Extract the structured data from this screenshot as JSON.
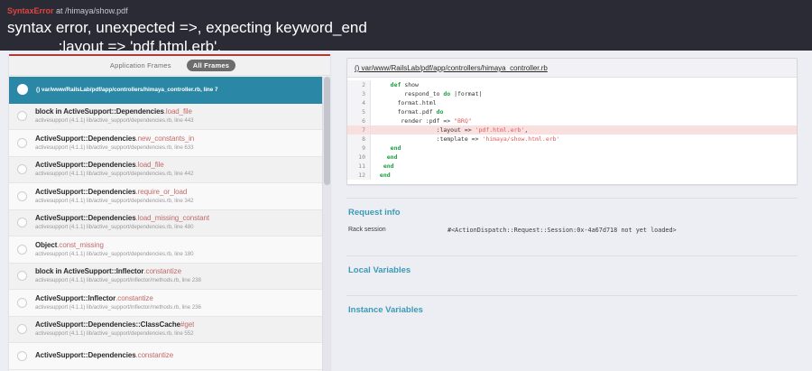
{
  "header": {
    "error_type": "SyntaxError",
    "at_label": " at ",
    "request_path": "/himaya/show.pdf",
    "message": "syntax error, unexpected =>, expecting keyword_end\n            :layout => 'pdf.html.erb',"
  },
  "frames": {
    "tabs": [
      {
        "label": "Application Frames",
        "active": false
      },
      {
        "label": "All Frames",
        "active": true
      }
    ],
    "rows": [
      {
        "method": "",
        "method_suffix": "",
        "location": "() var/www/RailsLab/pdf/app/controllers/himaya_controller.rb, line 7",
        "selected": true
      },
      {
        "method": "block in ActiveSupport::Dependencies",
        "method_suffix": ".load_file",
        "location": "activesupport (4.1.1) lib/active_support/dependencies.rb, line 443",
        "selected": false
      },
      {
        "method": "ActiveSupport::Dependencies",
        "method_suffix": ".new_constants_in",
        "location": "activesupport (4.1.1) lib/active_support/dependencies.rb, line 633",
        "selected": false
      },
      {
        "method": "ActiveSupport::Dependencies",
        "method_suffix": ".load_file",
        "location": "activesupport (4.1.1) lib/active_support/dependencies.rb, line 442",
        "selected": false
      },
      {
        "method": "ActiveSupport::Dependencies",
        "method_suffix": ".require_or_load",
        "location": "activesupport (4.1.1) lib/active_support/dependencies.rb, line 342",
        "selected": false
      },
      {
        "method": "ActiveSupport::Dependencies",
        "method_suffix": ".load_missing_constant",
        "location": "activesupport (4.1.1) lib/active_support/dependencies.rb, line 480",
        "selected": false
      },
      {
        "method": "Object",
        "method_suffix": ".const_missing",
        "location": "activesupport (4.1.1) lib/active_support/dependencies.rb, line 180",
        "selected": false
      },
      {
        "method": "block in ActiveSupport::Inflector",
        "method_suffix": ".constantize",
        "location": "activesupport (4.1.1) lib/active_support/inflector/methods.rb, line 238",
        "selected": false
      },
      {
        "method": "ActiveSupport::Inflector",
        "method_suffix": ".constantize",
        "location": "activesupport (4.1.1) lib/active_support/inflector/methods.rb, line 236",
        "selected": false
      },
      {
        "method": "ActiveSupport::Dependencies::ClassCache",
        "method_suffix": "#get",
        "location": "activesupport (4.1.1) lib/active_support/dependencies.rb, line 552",
        "selected": false
      },
      {
        "method": "ActiveSupport::Dependencies",
        "method_suffix": ".constantize",
        "location": "",
        "selected": false
      }
    ]
  },
  "code": {
    "file_path": "() var/www/RailsLab/pdf/app/controllers/himaya_controller.rb",
    "lines": [
      {
        "number": "2",
        "highlight": false,
        "segments": [
          {
            "t": "    ",
            "c": ""
          },
          {
            "t": "def",
            "c": "kw"
          },
          {
            "t": " show",
            "c": ""
          }
        ]
      },
      {
        "number": "3",
        "highlight": false,
        "segments": [
          {
            "t": "        respond_to ",
            "c": ""
          },
          {
            "t": "do",
            "c": "kw"
          },
          {
            "t": " |format|",
            "c": ""
          }
        ]
      },
      {
        "number": "4",
        "highlight": false,
        "segments": [
          {
            "t": "      format.html",
            "c": ""
          }
        ]
      },
      {
        "number": "5",
        "highlight": false,
        "segments": [
          {
            "t": "      format.pdf ",
            "c": ""
          },
          {
            "t": "do",
            "c": "kw"
          }
        ]
      },
      {
        "number": "6",
        "highlight": false,
        "segments": [
          {
            "t": "       render :pdf => ",
            "c": ""
          },
          {
            "t": "\"BRQ\"",
            "c": "str"
          }
        ]
      },
      {
        "number": "7",
        "highlight": true,
        "segments": [
          {
            "t": "                 :layout => ",
            "c": ""
          },
          {
            "t": "'pdf.html.erb'",
            "c": "str"
          },
          {
            "t": ",",
            "c": ""
          }
        ]
      },
      {
        "number": "8",
        "highlight": false,
        "segments": [
          {
            "t": "                 :template => ",
            "c": ""
          },
          {
            "t": "'himaya/show.html.erb'",
            "c": "str"
          }
        ]
      },
      {
        "number": "9",
        "highlight": false,
        "segments": [
          {
            "t": "    ",
            "c": ""
          },
          {
            "t": "end",
            "c": "kw"
          }
        ]
      },
      {
        "number": "10",
        "highlight": false,
        "segments": [
          {
            "t": "   ",
            "c": ""
          },
          {
            "t": "end",
            "c": "kw"
          }
        ]
      },
      {
        "number": "11",
        "highlight": false,
        "segments": [
          {
            "t": "  ",
            "c": ""
          },
          {
            "t": "end",
            "c": "kw"
          }
        ]
      },
      {
        "number": "12",
        "highlight": false,
        "segments": [
          {
            "t": " ",
            "c": ""
          },
          {
            "t": "end",
            "c": "kw"
          }
        ]
      }
    ]
  },
  "sections": {
    "request_info": {
      "title": "Request info",
      "rows": [
        {
          "key": "Rack session",
          "value": "#<ActionDispatch::Request::Session:0x-4a67d718 not yet loaded>"
        }
      ]
    },
    "local_variables": {
      "title": "Local Variables"
    },
    "instance_variables": {
      "title": "Instance Variables"
    }
  },
  "colors": {
    "header_bg": "#2b2b35",
    "error_red": "#e0453e",
    "selected_row": "#2a87a6",
    "section_title": "#3a9ab5",
    "highlight_line": "#fadfdf",
    "accent_border": "#b03a34"
  }
}
